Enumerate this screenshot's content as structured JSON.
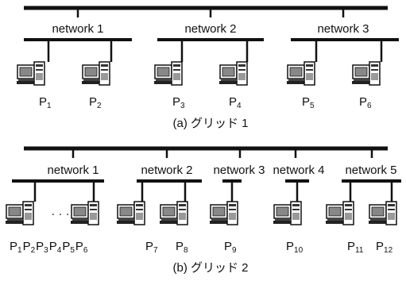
{
  "grid1": {
    "caption": "(a) グリッド 1",
    "networks": [
      {
        "label": "network 1",
        "hosts": [
          {
            "name": "P",
            "sub": "1"
          },
          {
            "name": "P",
            "sub": "2"
          }
        ]
      },
      {
        "label": "network 2",
        "hosts": [
          {
            "name": "P",
            "sub": "3"
          },
          {
            "name": "P",
            "sub": "4"
          }
        ]
      },
      {
        "label": "network 3",
        "hosts": [
          {
            "name": "P",
            "sub": "5"
          },
          {
            "name": "P",
            "sub": "6"
          }
        ]
      }
    ]
  },
  "grid2": {
    "caption": "(b) グリッド 2",
    "ellipsis": "· · ·",
    "networks": [
      {
        "label": "network 1",
        "hosts": [
          {
            "name": "P",
            "sub": "1"
          },
          {
            "name": "P",
            "sub": "2"
          },
          {
            "name": "P",
            "sub": "3"
          },
          {
            "name": "P",
            "sub": "4"
          },
          {
            "name": "P",
            "sub": "5"
          },
          {
            "name": "P",
            "sub": "6"
          }
        ]
      },
      {
        "label": "network 2",
        "hosts": [
          {
            "name": "P",
            "sub": "7"
          },
          {
            "name": "P",
            "sub": "8"
          }
        ]
      },
      {
        "label": "network 3",
        "hosts": [
          {
            "name": "P",
            "sub": "9"
          }
        ]
      },
      {
        "label": "network 4",
        "hosts": [
          {
            "name": "P",
            "sub": "10"
          }
        ]
      },
      {
        "label": "network 5",
        "hosts": [
          {
            "name": "P",
            "sub": "11"
          },
          {
            "name": "P",
            "sub": "12"
          }
        ]
      }
    ]
  }
}
